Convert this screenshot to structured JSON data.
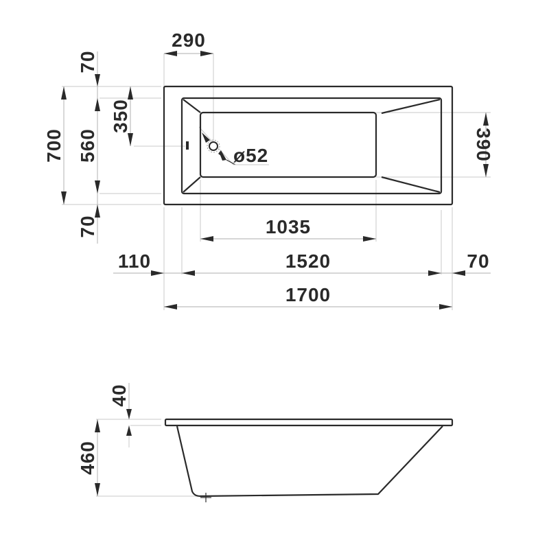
{
  "drawing": {
    "subject": "Rectangular bathtub dimension drawing",
    "units": "mm",
    "colors": {
      "line": "#2a2a2a",
      "helper": "#c9c9c9",
      "background": "#ffffff"
    }
  },
  "top_view": {
    "dimensions": {
      "drain_offset_x": "290",
      "rim_top": "70",
      "overall_width": "700",
      "inner_width": "560",
      "drain_offset_y": "350",
      "drain_diameter": "ø52",
      "foot_width": "390",
      "rim_bottom": "70",
      "basin_floor_length": "1035",
      "rim_left": "110",
      "inner_length": "1520",
      "rim_right": "70",
      "overall_length": "1700"
    }
  },
  "side_view": {
    "dimensions": {
      "rim_thickness": "40",
      "overall_height": "460"
    }
  }
}
